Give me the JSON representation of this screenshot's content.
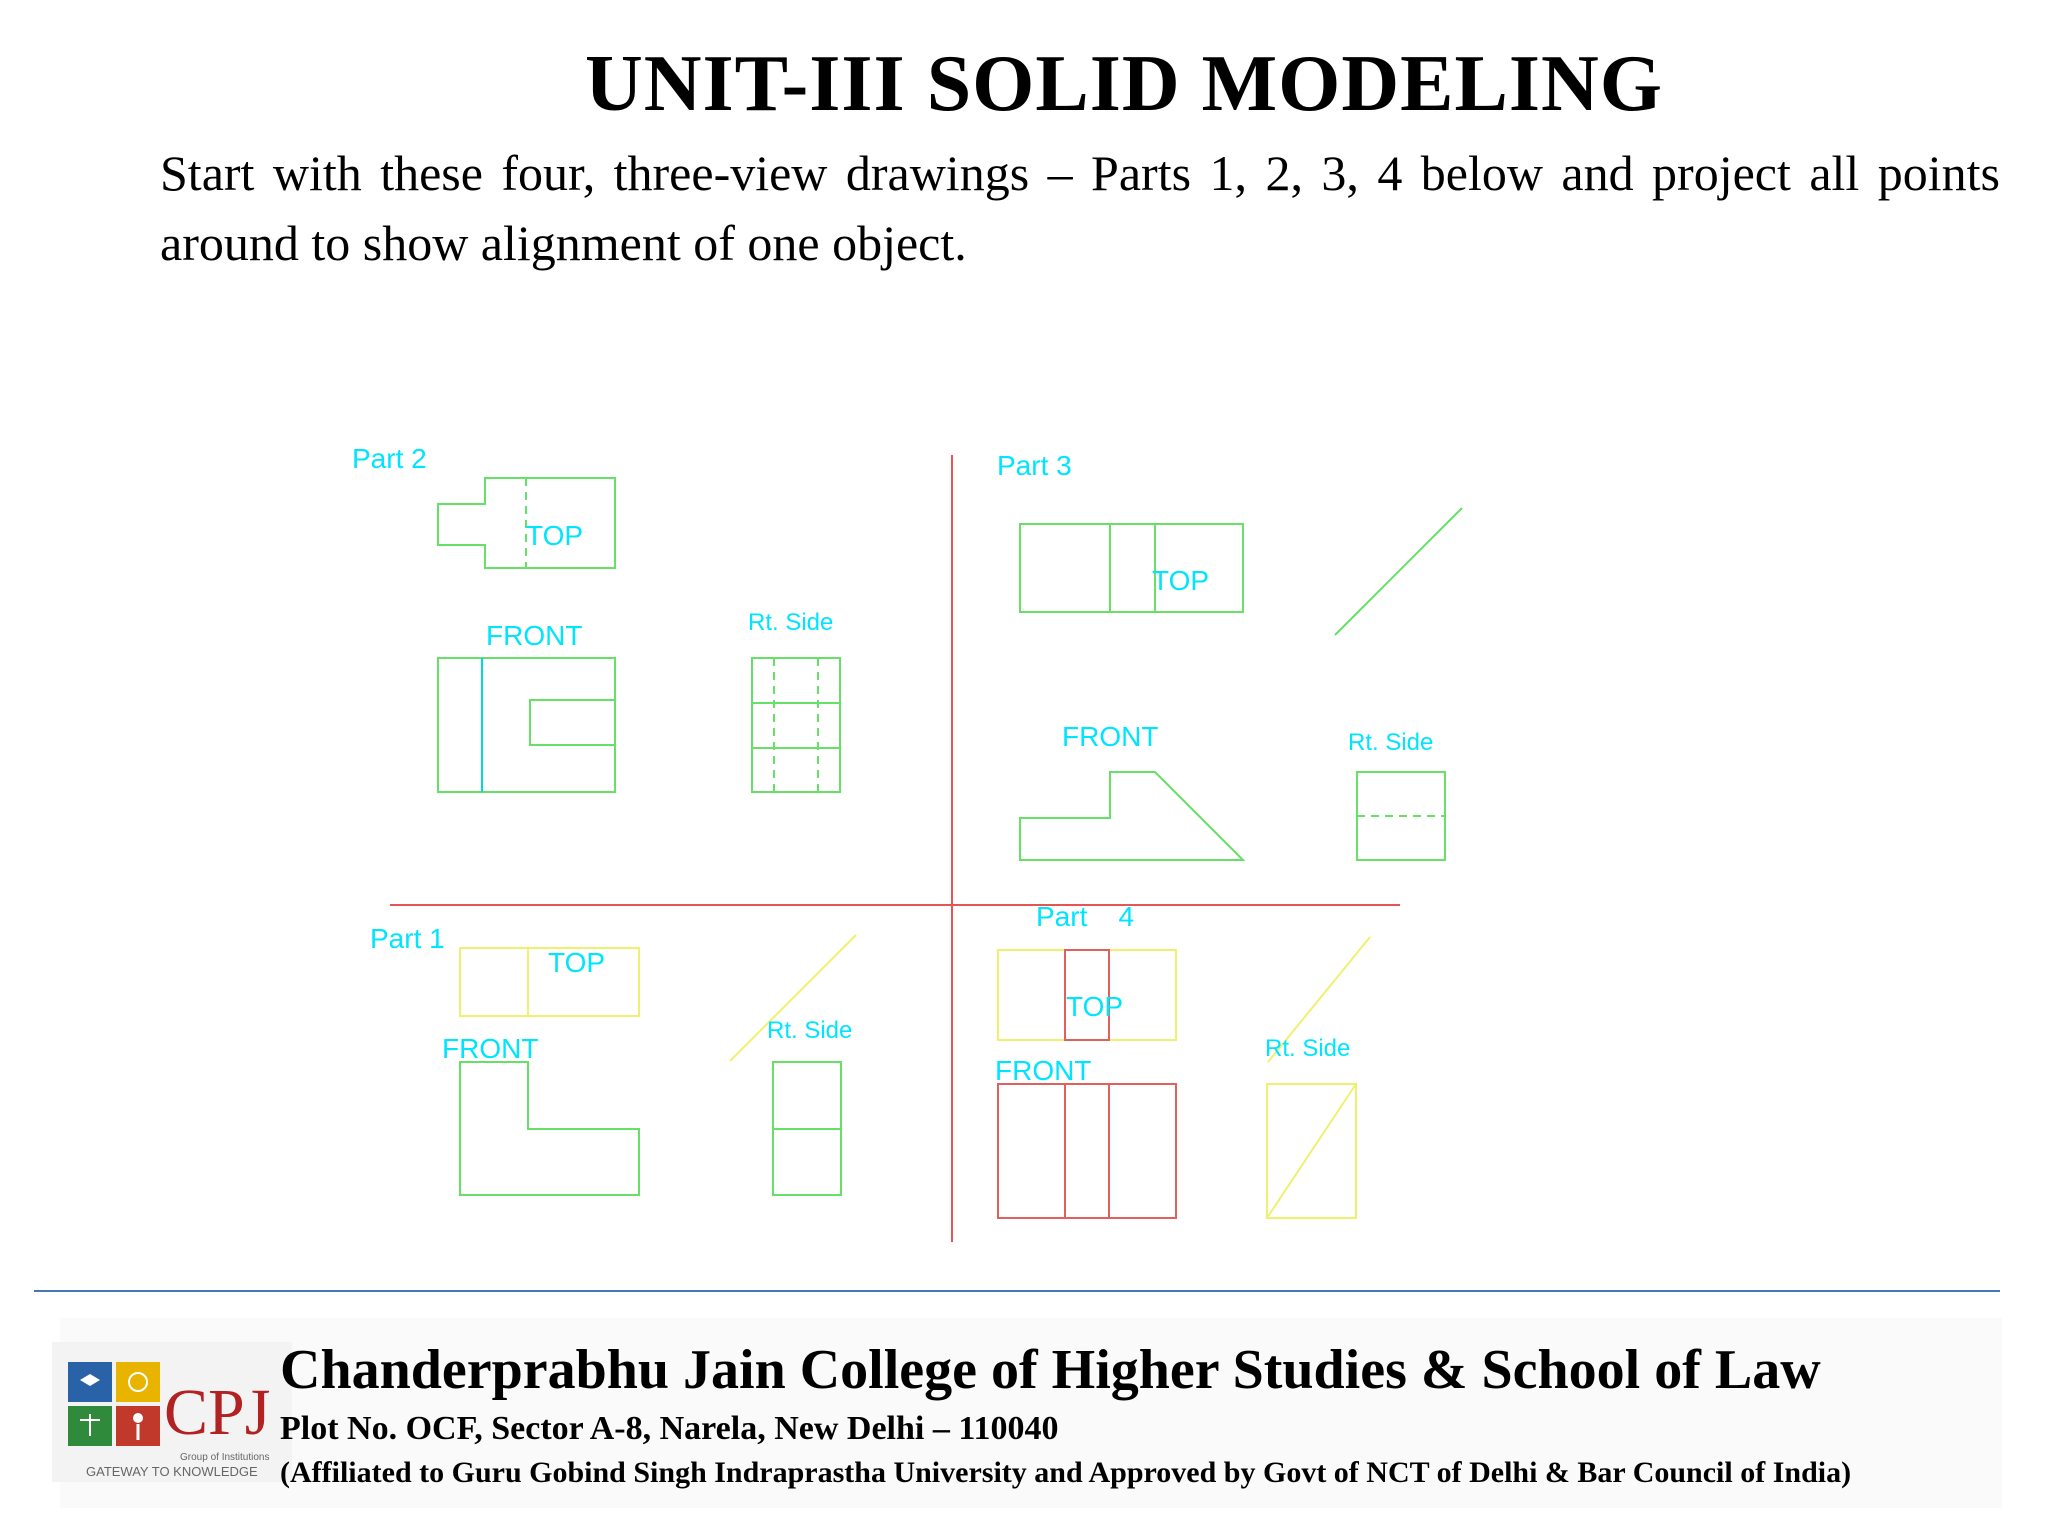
{
  "title": "UNIT-III SOLID MODELING",
  "intro": "Start with these four, three-view drawings – Parts 1, 2, 3, 4 below and project all points around to show alignment of one object.",
  "drawing": {
    "part1": {
      "label": "Part 1",
      "top": "TOP",
      "front": "FRONT",
      "side": "Rt. Side"
    },
    "part2": {
      "label": "Part  2",
      "top": "TOP",
      "front": "FRONT",
      "side": "Rt. Side"
    },
    "part3": {
      "label": "Part  3",
      "top": "TOP",
      "front": "FRONT",
      "side": "Rt. Side"
    },
    "part4": {
      "label": "Part    4",
      "top": "TOP",
      "front": "FRONT",
      "side": "Rt. Side"
    },
    "colors": {
      "text": "#00e5ff",
      "green": "#66e066",
      "yellow": "#f0f070",
      "red": "#e06060",
      "axis": "#e65555"
    }
  },
  "footer": {
    "college": "Chanderprabhu Jain College of Higher Studies & School of Law",
    "address": "Plot No. OCF, Sector A-8, Narela, New Delhi – 110040",
    "affiliation": "(Affiliated to Guru Gobind Singh Indraprastha University and Approved by Govt of NCT of Delhi & Bar Council of India)"
  },
  "logo": {
    "text": "CPJ",
    "tagline": "GATEWAY TO KNOWLEDGE",
    "group": "Group of Institutions"
  }
}
